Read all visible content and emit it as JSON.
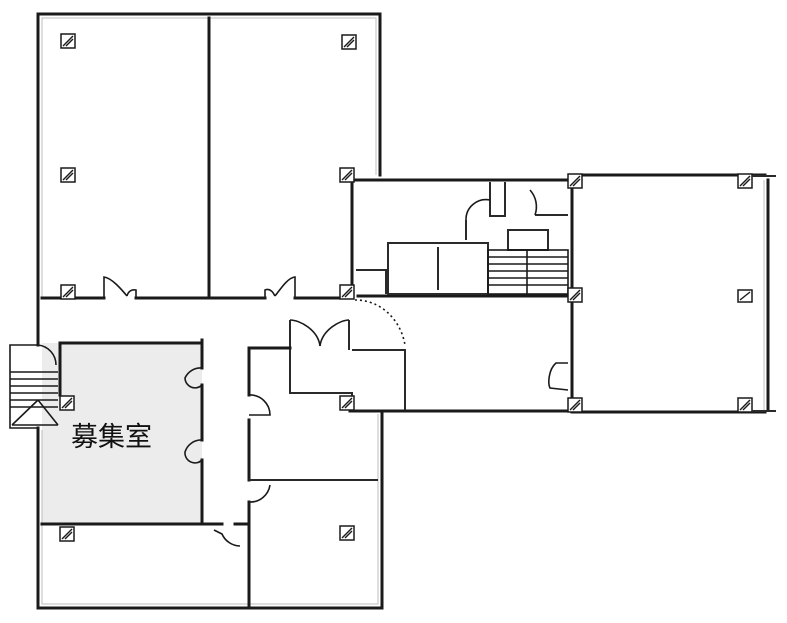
{
  "floor_plan": {
    "title": "",
    "highlighted_room": {
      "label": "募集室",
      "meaning": "vacant room for lease",
      "fill_color": "#ececec"
    },
    "colors": {
      "wall": "#1a1a1a",
      "background": "#ffffff",
      "highlight": "#ececec"
    },
    "areas": [
      {
        "id": "top-left-office",
        "label": ""
      },
      {
        "id": "top-center-office",
        "label": ""
      },
      {
        "id": "east-office",
        "label": ""
      },
      {
        "id": "core-utility-room",
        "label": ""
      },
      {
        "id": "elevator-hall",
        "label": ""
      },
      {
        "id": "vacant-room",
        "label": "募集室"
      },
      {
        "id": "center-room-upper",
        "label": ""
      },
      {
        "id": "center-room-lower",
        "label": ""
      },
      {
        "id": "bottom-left-room",
        "label": ""
      },
      {
        "id": "lobby",
        "label": ""
      },
      {
        "id": "central-corridor",
        "label": ""
      }
    ],
    "features": [
      "west-stairs",
      "core-stairs",
      "elevators",
      "structural-columns"
    ]
  }
}
